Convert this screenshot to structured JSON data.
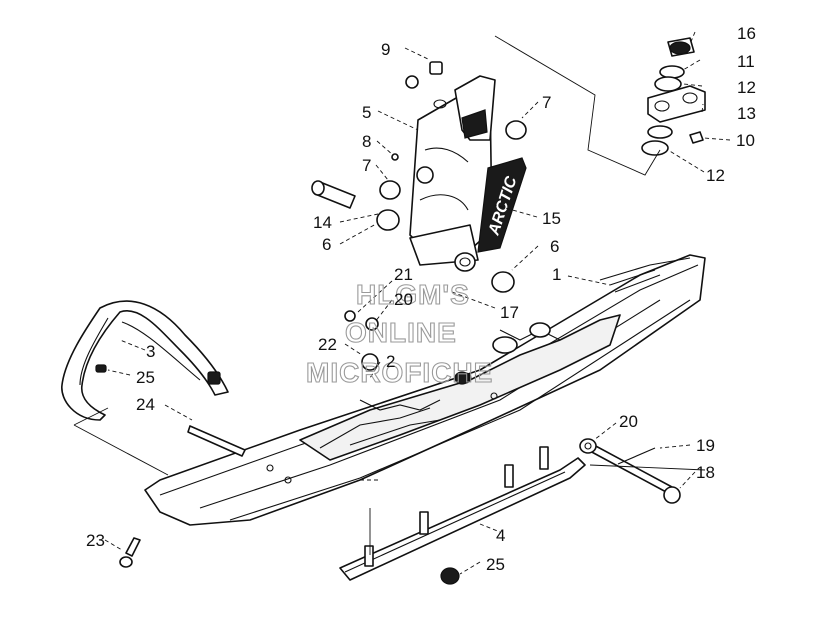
{
  "watermark": {
    "line1": "HLGM'S",
    "line2": "ONLINE",
    "line3": "MICROFICHE"
  },
  "brand_decal": "ARCTIC",
  "callouts": {
    "c1": "1",
    "c2": "2",
    "c3": "3",
    "c4": "4",
    "c5": "5",
    "c6a": "6",
    "c6b": "6",
    "c7a": "7",
    "c7b": "7",
    "c8": "8",
    "c9": "9",
    "c10": "10",
    "c11": "11",
    "c12a": "12",
    "c12b": "12",
    "c13": "13",
    "c14": "14",
    "c15": "15",
    "c16": "16",
    "c17": "17",
    "c18": "18",
    "c19": "19",
    "c20a": "20",
    "c20b": "20",
    "c21": "21",
    "c22": "22",
    "c23": "23",
    "c24": "24",
    "c25a": "25",
    "c25b": "25"
  }
}
